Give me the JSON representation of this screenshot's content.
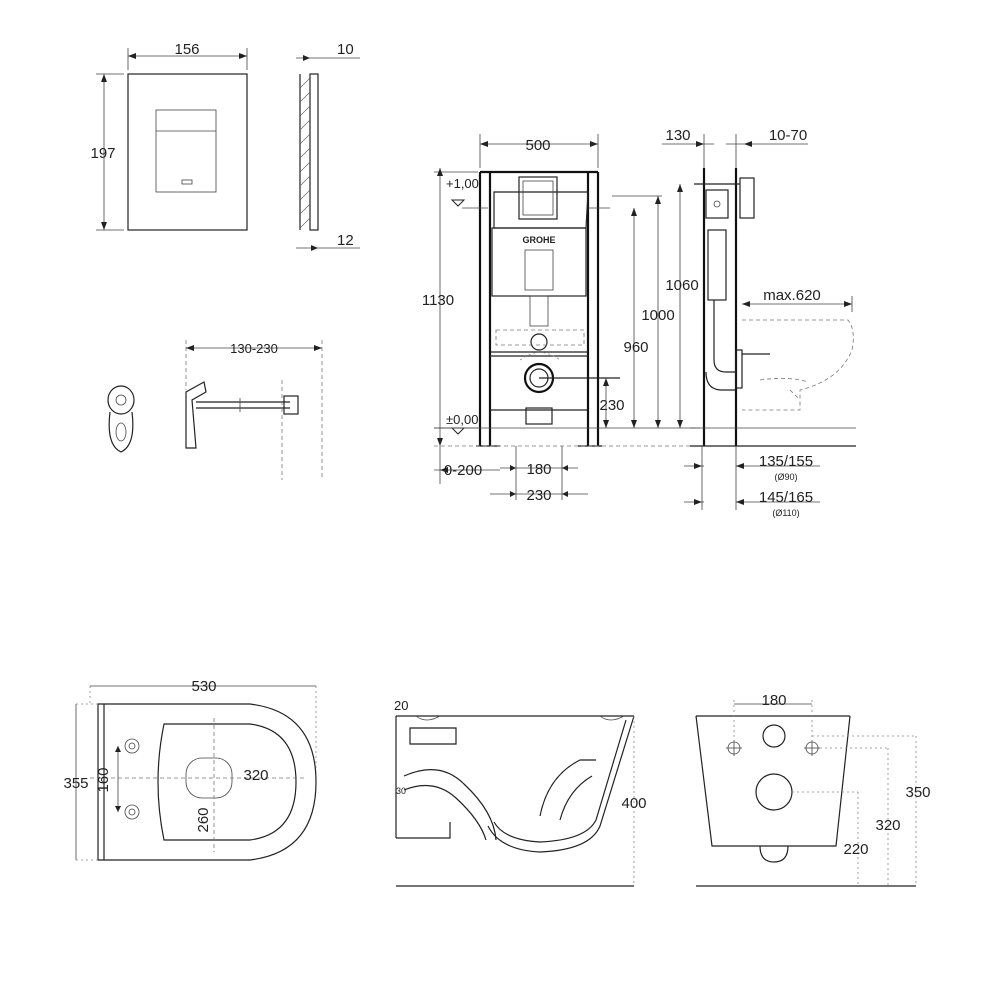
{
  "brand_logo": "GROHE",
  "flush_plate": {
    "width": "156",
    "height": "197",
    "depth_top": "10",
    "depth_bottom": "12"
  },
  "actuator": {
    "range": "130-230"
  },
  "frame_front": {
    "width": "500",
    "height_total": "1130",
    "level_top": "+1,00",
    "level_floor": "±0,00",
    "height_960": "960",
    "height_1000": "1000",
    "height_230": "230",
    "offset": "0-200",
    "width_180": "180",
    "width_230": "230"
  },
  "frame_side": {
    "depth_130": "130",
    "range_10_70": "10-70",
    "height_1060": "1060",
    "max_620": "max.620",
    "pipe_90": "135/155",
    "pipe_90_dia": "(Ø90)",
    "pipe_110": "145/165",
    "pipe_110_dia": "(Ø110)"
  },
  "bowl_top": {
    "length": "530",
    "width": "355",
    "bolt_spacing": "160",
    "seat_320": "320",
    "seat_260": "260"
  },
  "bowl_section": {
    "dim_20": "20",
    "dim_30": "30",
    "height_400": "400"
  },
  "bowl_rear": {
    "bolt_spacing": "180",
    "height_350": "350",
    "height_320": "320",
    "height_220": "220"
  }
}
